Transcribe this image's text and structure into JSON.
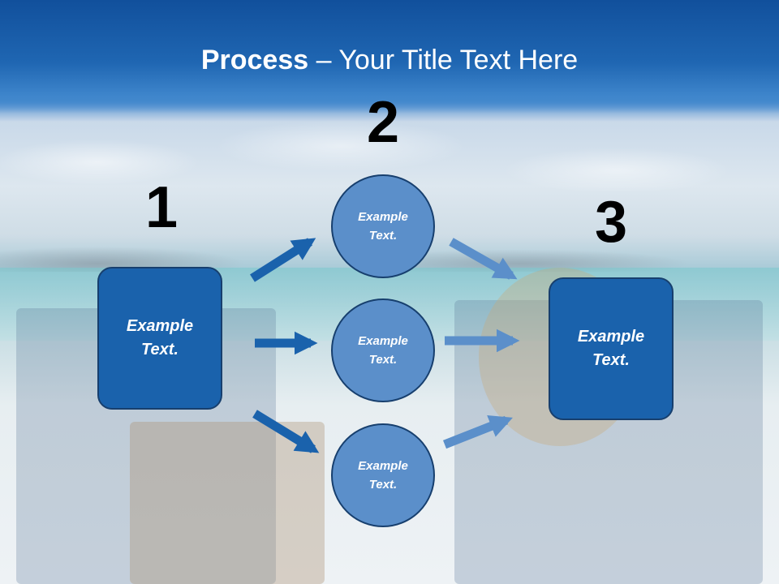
{
  "title": {
    "bold": "Process",
    "dash": " – ",
    "rest": "Your Title Text Here"
  },
  "steps": {
    "one": {
      "number": "1",
      "label": "Example\nText."
    },
    "two": {
      "number": "2",
      "circles": [
        {
          "label": "Example\nText."
        },
        {
          "label": "Example\nText."
        },
        {
          "label": "Example\nText."
        }
      ]
    },
    "three": {
      "number": "3",
      "label": "Example\nText."
    }
  },
  "colors": {
    "box_fill": "#1a62ac",
    "circle_fill": "#5b8fca",
    "arrow_left": "#1a62ac",
    "arrow_right": "#5b8fca",
    "outline": "#173f6e"
  }
}
